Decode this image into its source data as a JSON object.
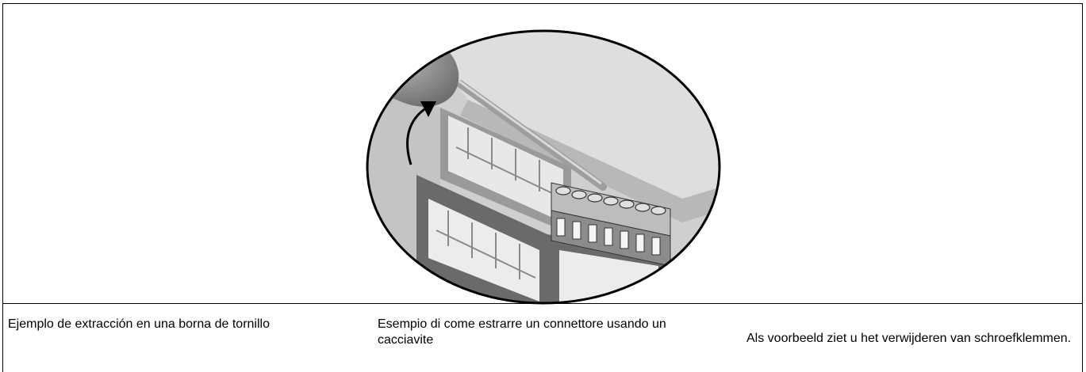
{
  "illustration": {
    "icon": "screwdriver-removing-terminal-block-illustration",
    "colors": {
      "background": "#ffffff",
      "border": "#000000",
      "light_gray": "#d9d9d9",
      "mid_gray": "#a6a6a6",
      "dark_gray": "#5a5a5a"
    }
  },
  "captions": {
    "spanish": "Ejemplo de extracción en una borna de tornillo",
    "italian": "Esempio di come estrarre un connettore usando un cacciavite",
    "dutch": "Als voorbeeld ziet u het verwijderen van schroefklemmen."
  }
}
